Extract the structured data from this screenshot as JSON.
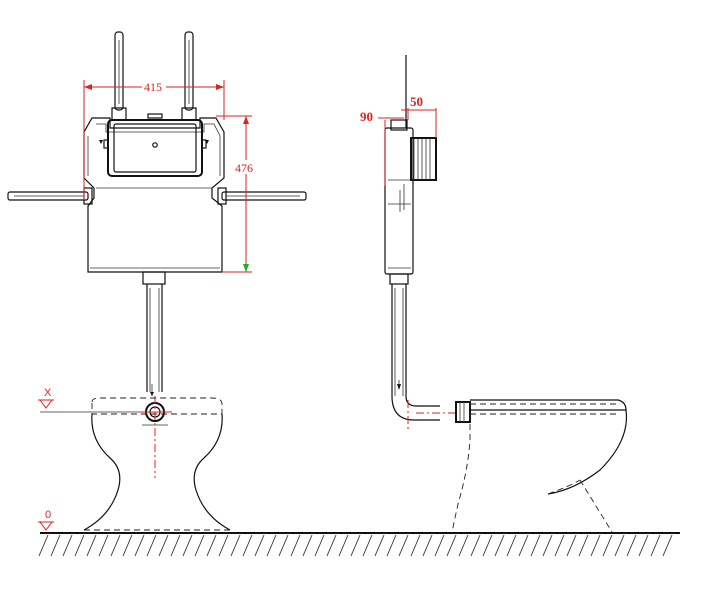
{
  "dimensions": {
    "width_label": "415",
    "height_label": "476",
    "depth_label": "90",
    "offset_label": "50"
  },
  "levels": {
    "pan_level_label": "X",
    "floor_level_label": "0"
  },
  "colors": {
    "line": "#111111",
    "dimension": "#dd2222",
    "level_marker_fill": "#22aa22"
  }
}
